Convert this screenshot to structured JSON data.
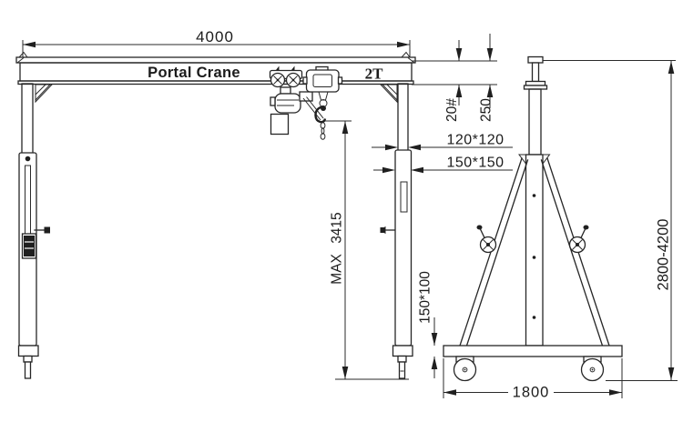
{
  "drawing": {
    "title": "Portal Crane",
    "capacity_label": "2T",
    "dimensions": {
      "span": "4000",
      "beam_channel": "20#",
      "beam_height": "250",
      "inner_mast_section": "120*120",
      "outer_mast_section": "150*150",
      "max_hook_height": "MAX 3415",
      "base_beam_section": "150*100",
      "base_length": "1800",
      "lifting_height_range": "2800-4200"
    }
  }
}
